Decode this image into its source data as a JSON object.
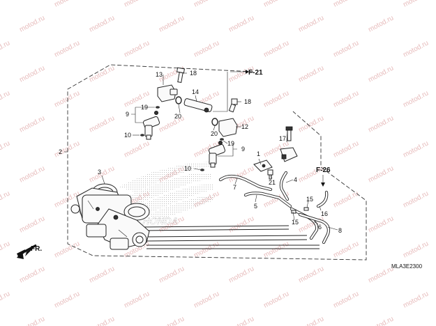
{
  "diagram": {
    "watermark_text": "motod.ru",
    "reference_labels": [
      "F-21",
      "F-26"
    ],
    "front_indicator": "FR.",
    "drawing_code": "MLA3E2300",
    "logo_text": "HONDA",
    "callouts": {
      "c1": "1",
      "c2": "2",
      "c3": "3",
      "c4": "4",
      "c5": "5",
      "c6": "6",
      "c7": "7",
      "c8": "8",
      "c9a": "9",
      "c9b": "9",
      "c10a": "10",
      "c10b": "10",
      "c12": "12",
      "c13": "13",
      "c14": "14",
      "c15a": "15",
      "c15b": "15",
      "c16": "16",
      "c17": "17",
      "c18a": "18",
      "c18b": "18",
      "c19a": "19",
      "c19b": "19",
      "c20a": "20",
      "c20b": "20",
      "c21": "21"
    }
  }
}
